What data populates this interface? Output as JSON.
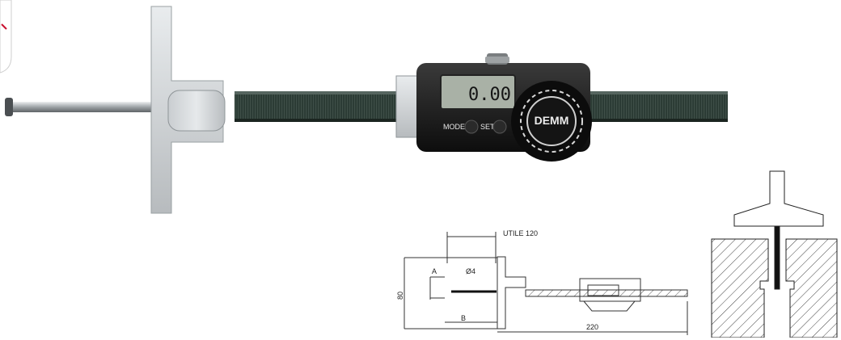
{
  "display": {
    "reading": "0.00",
    "mode_label": "MODE",
    "set_label": "SET",
    "brand": "DEMM"
  },
  "drawing": {
    "utile_label": "UTILE  120",
    "dia_label": "Ø4",
    "a_label": "A",
    "b_label": "B",
    "height_label": "80",
    "length_label": "220"
  }
}
